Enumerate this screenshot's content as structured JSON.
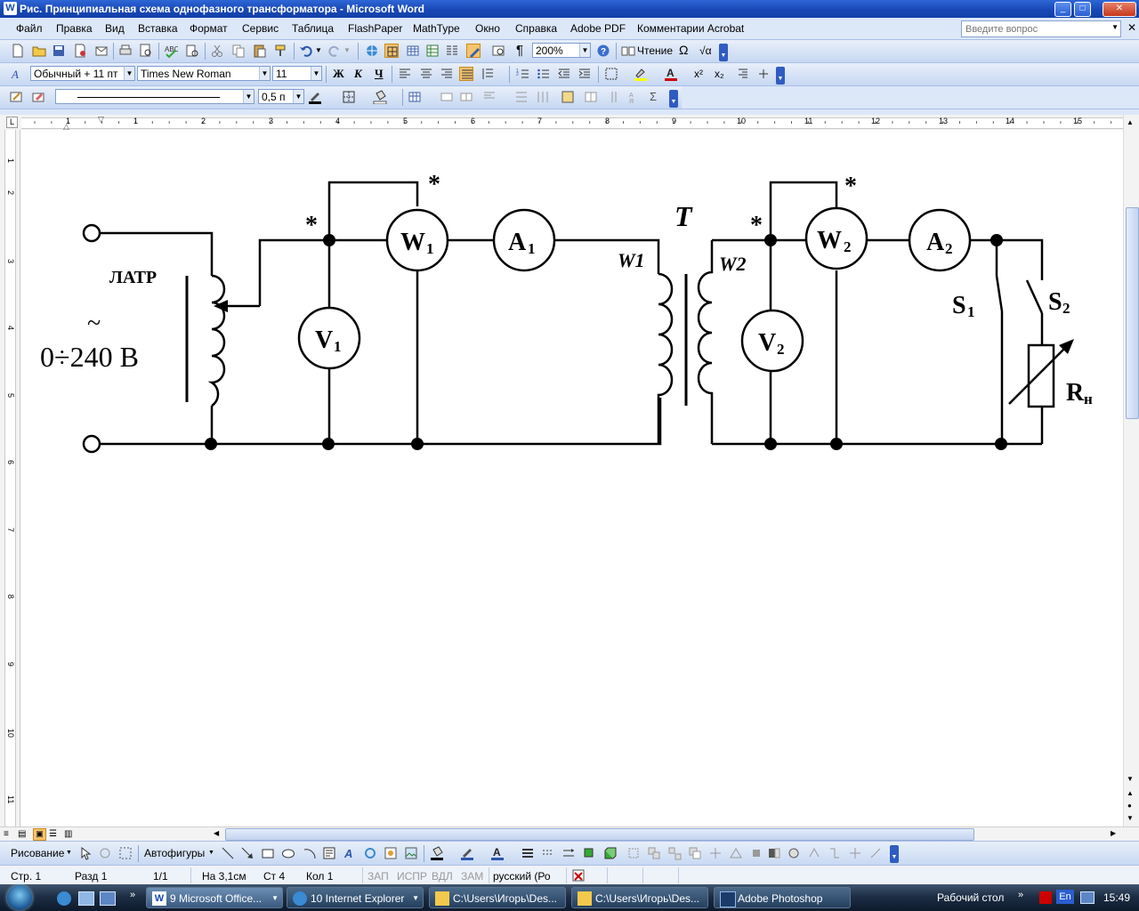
{
  "window": {
    "title": "Рис. Принципиальная схема однофазного трансформатора - Microsoft Word",
    "controls": [
      "minimize-icon",
      "maximize-icon",
      "close-icon"
    ]
  },
  "menu": {
    "items": [
      "Файл",
      "Правка",
      "Вид",
      "Вставка",
      "Формат",
      "Сервис",
      "Таблица",
      "FlashPaper",
      "MathType",
      "Окно",
      "Справка",
      "Adobe PDF",
      "Комментарии Acrobat"
    ],
    "ask_placeholder": "Введите вопрос"
  },
  "standard_toolbar": {
    "zoom": "200%",
    "reading_label": "Чтение",
    "omega": "Ω",
    "sqrt": "√α"
  },
  "formatting_toolbar": {
    "style": "Обычный + 11 пт",
    "font": "Times New Roman",
    "size": "11",
    "bold": "Ж",
    "italic": "К",
    "underline": "Ч"
  },
  "tables_toolbar": {
    "line_weight": "0,5 п"
  },
  "ruler": {
    "h_numbers": [
      "1",
      "1",
      "2",
      "3",
      "4",
      "5",
      "6",
      "7",
      "8",
      "9",
      "10",
      "11",
      "12",
      "13",
      "14",
      "15"
    ],
    "v_numbers": [
      "1",
      "2",
      "3",
      "4",
      "5",
      "6",
      "7",
      "8",
      "9",
      "10",
      "11"
    ]
  },
  "circuit": {
    "source_tilde": "~",
    "source_voltage": "0÷240 В",
    "autotransformer": "ЛАТР",
    "transformer": "T",
    "winding1": "W1",
    "winding2": "W2",
    "meters": [
      {
        "letter": "W",
        "sub": "1"
      },
      {
        "letter": "A",
        "sub": "1"
      },
      {
        "letter": "V",
        "sub": "1"
      },
      {
        "letter": "W",
        "sub": "2"
      },
      {
        "letter": "A",
        "sub": "2"
      },
      {
        "letter": "V",
        "sub": "2"
      }
    ],
    "switches": [
      {
        "letter": "S",
        "sub": "1"
      },
      {
        "letter": "S",
        "sub": "2"
      }
    ],
    "load": {
      "letter": "R",
      "sub": "н"
    },
    "polarity_mark": "*"
  },
  "drawing_toolbar": {
    "draw_label": "Рисование",
    "autoshapes_label": "Автофигуры"
  },
  "statusbar": {
    "page": "Стр. 1",
    "section": "Разд 1",
    "pages": "1/1",
    "at": "На 3,1см",
    "line": "Ст 4",
    "col": "Кол 1",
    "rec": "ЗАП",
    "trk": "ИСПР",
    "ext": "ВДЛ",
    "ovr": "ЗАМ",
    "language": "русский (Ро"
  },
  "taskbar": {
    "tasks": [
      "9 Microsoft Office...",
      "10 Internet Explorer",
      "C:\\Users\\Игорь\\Des...",
      "C:\\Users\\Игорь\\Des...",
      "Adobe Photoshop"
    ],
    "desktop_label": "Рабочий стол",
    "lang": "En",
    "time": "15:49"
  },
  "colors": {
    "title_bar": "#1848b6",
    "menu_bg": "#dce7f8",
    "toolbar_bg": "#c7d8f3",
    "taskbar": "#1d2e45"
  }
}
